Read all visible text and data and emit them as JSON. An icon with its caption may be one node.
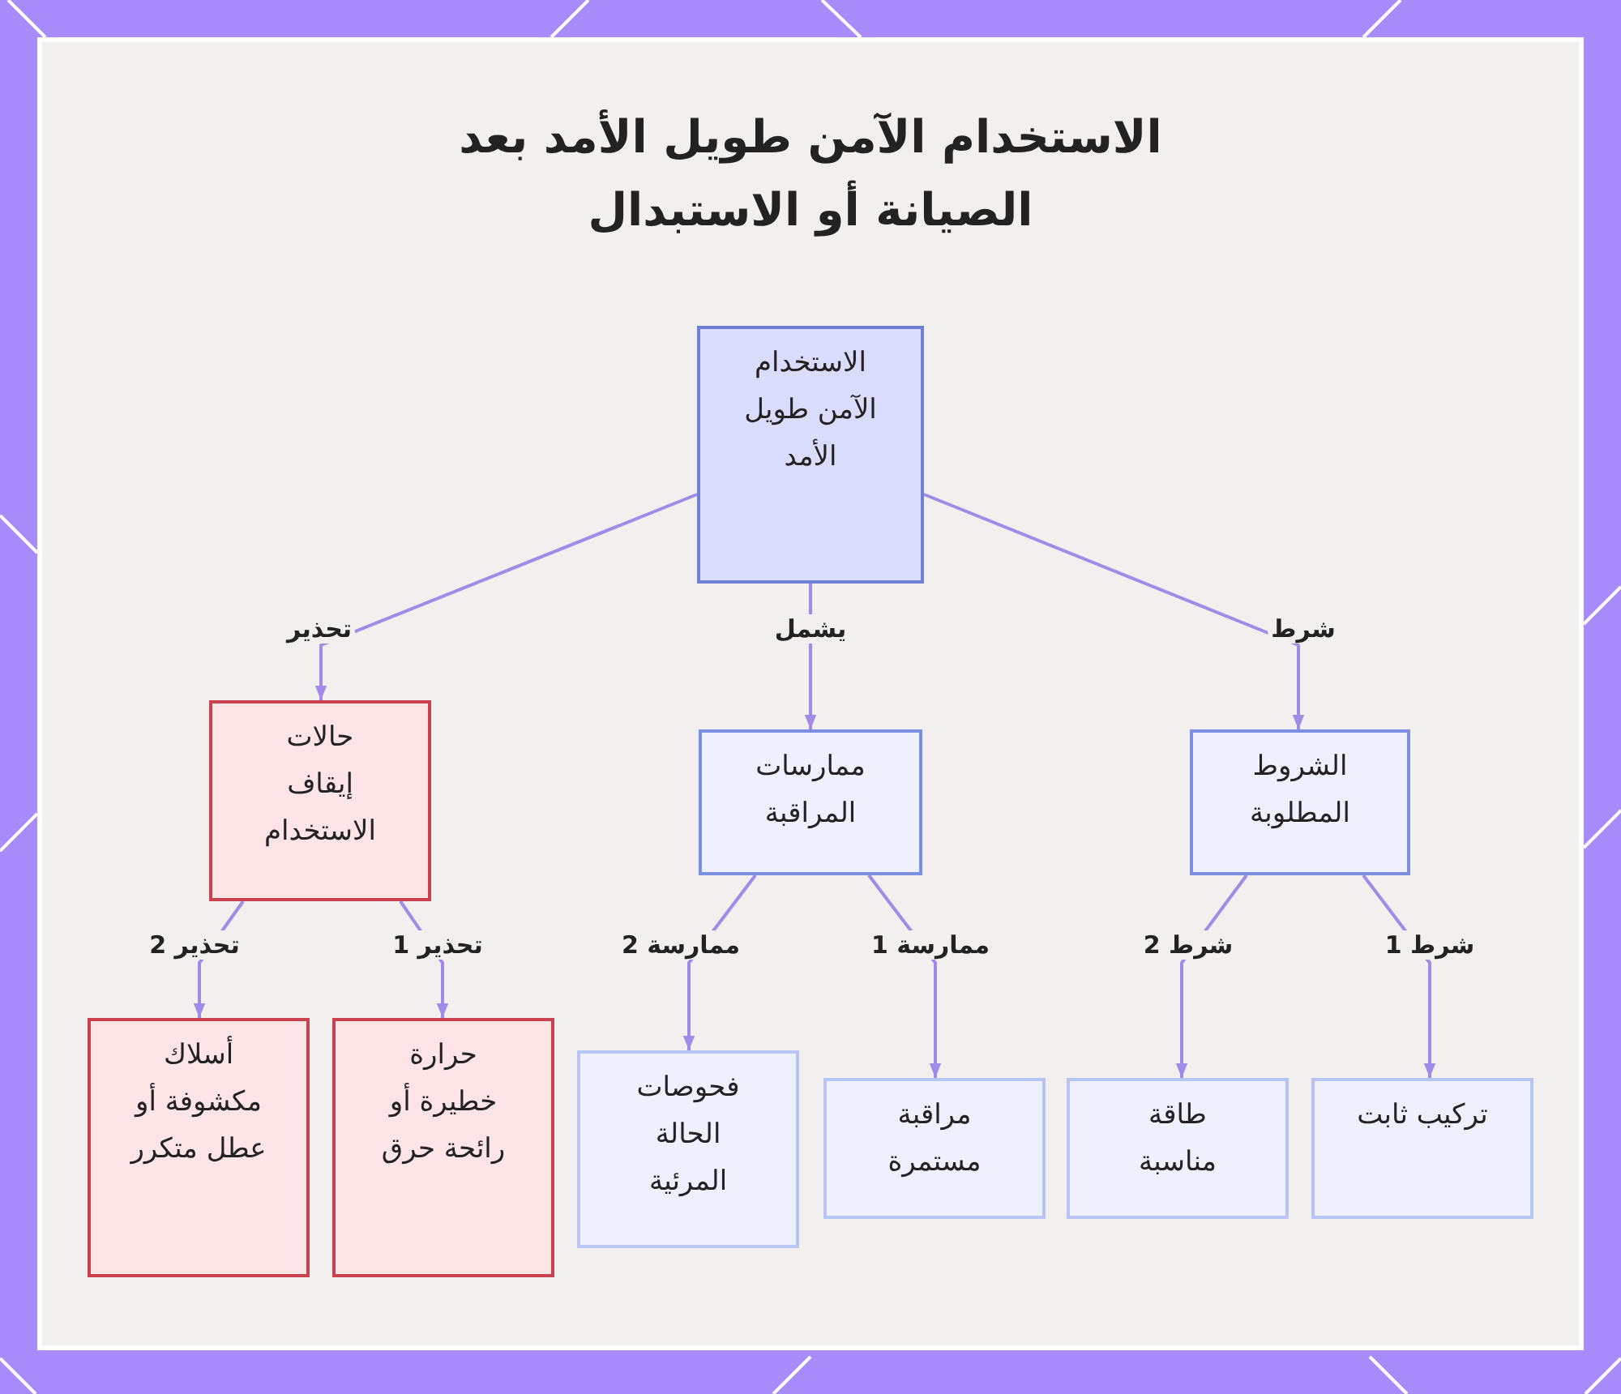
{
  "diagram": {
    "title": "الاستخدام الآمن طويل الأمد بعد الصيانة أو الاستبدال",
    "nodes": [
      {
        "text": [
          "الاستخدام الآمن طويل الأمد"
        ]
      },
      {
        "text": [
          "الشروط المطلوبة"
        ]
      },
      {
        "text": [
          "ممارسات المراقبة"
        ]
      },
      {
        "text": [
          "حالات إيقاف الاستخدام"
        ]
      },
      {
        "text": [
          "تركيب ثابت"
        ]
      },
      {
        "text": [
          "طاقة مناسبة"
        ]
      },
      {
        "text": [
          "مراقبة مستمرة"
        ]
      },
      {
        "text": [
          "فحوصات الحالة المرئية"
        ]
      },
      {
        "text": [
          "حرارة خطيرة أو رائحة حرق"
        ]
      },
      {
        "text": [
          "أسلاك مكشوفة أو عطل متكرر"
        ]
      }
    ],
    "edges": [
      {
        "from": 0,
        "to": 1,
        "arrow": "to",
        "label": "شرط"
      },
      {
        "from": 0,
        "to": 2,
        "arrow": "to",
        "label": "يشمل"
      },
      {
        "from": 0,
        "to": 3,
        "arrow": "to",
        "label": "تحذير"
      },
      {
        "from": 1,
        "to": 4,
        "arrow": "to",
        "label": "شرط 1"
      },
      {
        "from": 1,
        "to": 5,
        "arrow": "to",
        "label": "شرط 2"
      },
      {
        "from": 2,
        "to": 6,
        "arrow": "to",
        "label": "ممارسة 1"
      },
      {
        "from": 2,
        "to": 7,
        "arrow": "to",
        "label": "ممارسة 2"
      },
      {
        "from": 3,
        "to": 8,
        "arrow": "to",
        "label": "تحذير 1"
      },
      {
        "from": 3,
        "to": 9,
        "arrow": "to",
        "label": "تحذير 2"
      }
    ]
  }
}
